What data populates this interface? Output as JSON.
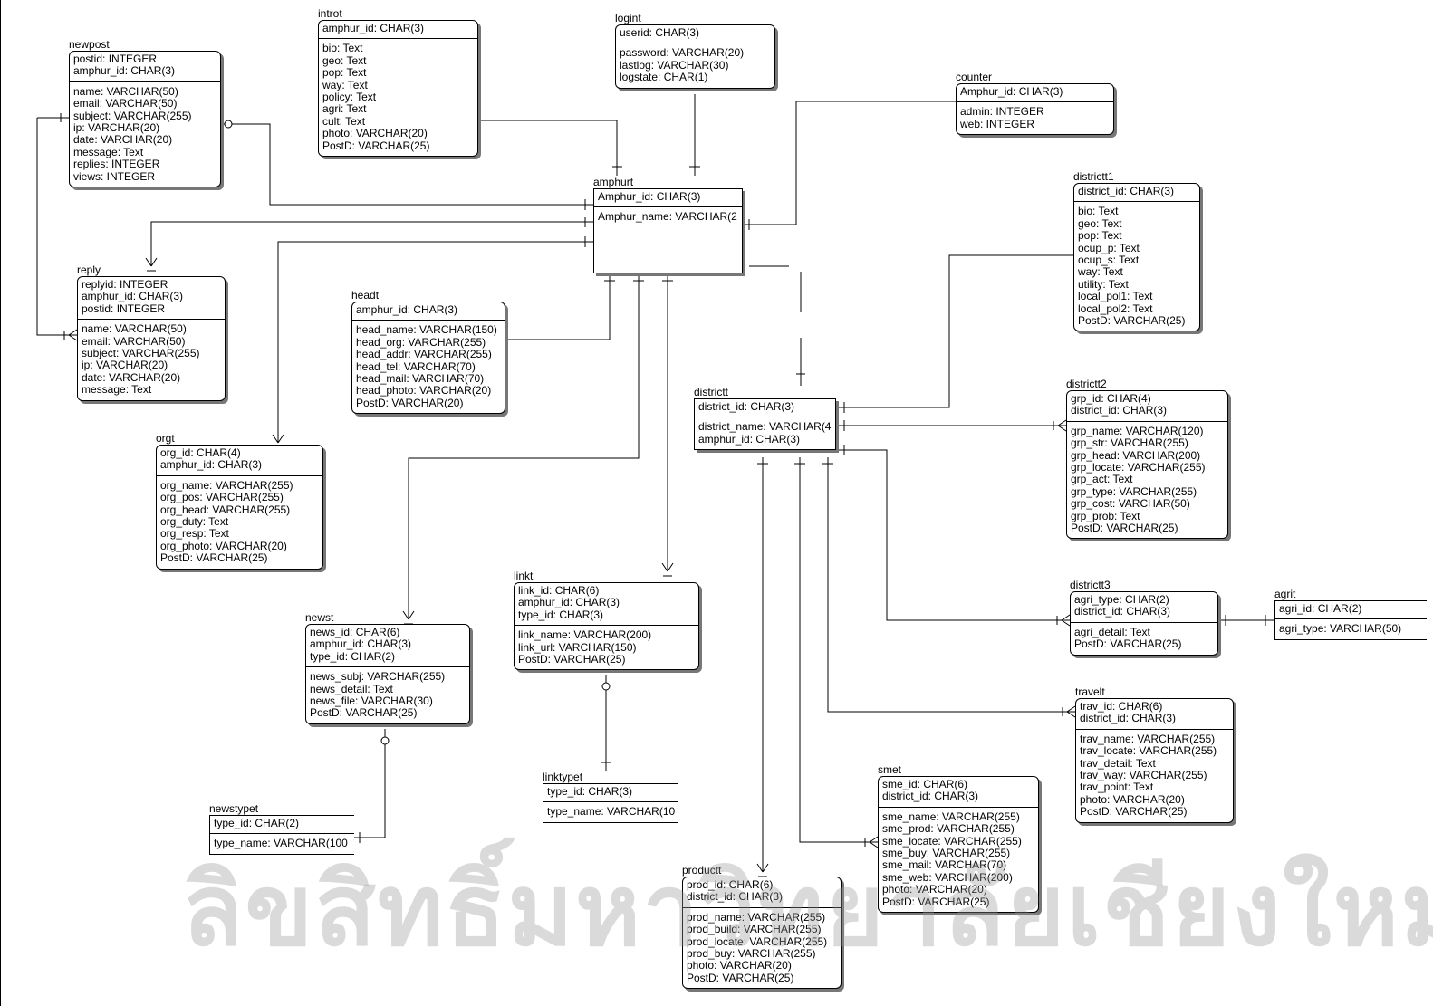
{
  "watermark": {
    "text": "ลิขสิทธิ์มหาวิทยาลัยเชียงใหม่"
  },
  "entities": [
    {
      "id": "newpost",
      "name": "newpost",
      "pk": [
        "postid: INTEGER",
        "amphur_id: CHAR(3)"
      ],
      "attrs": [
        "name: VARCHAR(50)",
        "email: VARCHAR(50)",
        "subject: VARCHAR(255)",
        "ip: VARCHAR(20)",
        "date: VARCHAR(20)",
        "message: Text",
        "replies: INTEGER",
        "views: INTEGER"
      ]
    },
    {
      "id": "introt",
      "name": "introt",
      "pk": [
        "amphur_id: CHAR(3)"
      ],
      "attrs": [
        "bio: Text",
        "geo: Text",
        "pop: Text",
        "way: Text",
        "policy: Text",
        "agri: Text",
        "cult: Text",
        "photo: VARCHAR(20)",
        "PostD: VARCHAR(25)"
      ]
    },
    {
      "id": "logint",
      "name": "logint",
      "pk": [
        "userid: CHAR(3)"
      ],
      "attrs": [
        "password: VARCHAR(20)",
        "lastlog: VARCHAR(30)",
        "logstate: CHAR(1)"
      ]
    },
    {
      "id": "counter",
      "name": "counter",
      "pk": [
        "Amphur_id: CHAR(3)"
      ],
      "attrs": [
        "admin: INTEGER",
        "web: INTEGER"
      ]
    },
    {
      "id": "amphurt",
      "name": "amphurt",
      "pk": [
        "Amphur_id: CHAR(3)"
      ],
      "attrs": [
        "Amphur_name: VARCHAR(2"
      ]
    },
    {
      "id": "districtt1",
      "name": "districtt1",
      "pk": [
        "district_id: CHAR(3)"
      ],
      "attrs": [
        "bio: Text",
        "geo: Text",
        "pop: Text",
        "ocup_p: Text",
        "ocup_s: Text",
        "way: Text",
        "utility: Text",
        "local_pol1: Text",
        "local_pol2: Text",
        "PostD: VARCHAR(25)"
      ]
    },
    {
      "id": "reply",
      "name": "reply",
      "pk": [
        "replyid: INTEGER",
        "amphur_id: CHAR(3)",
        "postid: INTEGER"
      ],
      "attrs": [
        "name: VARCHAR(50)",
        "email: VARCHAR(50)",
        "subject: VARCHAR(255)",
        "ip: VARCHAR(20)",
        "date: VARCHAR(20)",
        "message: Text"
      ]
    },
    {
      "id": "headt",
      "name": "headt",
      "pk": [
        "amphur_id: CHAR(3)"
      ],
      "attrs": [
        "head_name: VARCHAR(150)",
        "head_org: VARCHAR(255)",
        "head_addr: VARCHAR(255)",
        "head_tel: VARCHAR(70)",
        "head_mail: VARCHAR(70)",
        "head_photo: VARCHAR(20)",
        "PostD: VARCHAR(20)"
      ]
    },
    {
      "id": "districtt",
      "name": "districtt",
      "pk": [
        "district_id: CHAR(3)"
      ],
      "attrs": [
        "district_name: VARCHAR(4",
        "amphur_id: CHAR(3)"
      ]
    },
    {
      "id": "districtt2",
      "name": "districtt2",
      "pk": [
        "grp_id: CHAR(4)",
        "district_id: CHAR(3)"
      ],
      "attrs": [
        "grp_name: VARCHAR(120)",
        "grp_str: VARCHAR(255)",
        "grp_head: VARCHAR(200)",
        "grp_locate: VARCHAR(255)",
        "grp_act: Text",
        "grp_type: VARCHAR(255)",
        "grp_cost: VARCHAR(50)",
        "grp_prob: Text",
        "PostD: VARCHAR(25)"
      ]
    },
    {
      "id": "orgt",
      "name": "orgt",
      "pk": [
        "org_id: CHAR(4)",
        "amphur_id: CHAR(3)"
      ],
      "attrs": [
        "org_name: VARCHAR(255)",
        "org_pos: VARCHAR(255)",
        "org_head: VARCHAR(255)",
        "org_duty: Text",
        "org_resp: Text",
        "org_photo: VARCHAR(20)",
        "PostD: VARCHAR(25)"
      ]
    },
    {
      "id": "linkt",
      "name": "linkt",
      "pk": [
        "link_id: CHAR(6)",
        "amphur_id: CHAR(3)",
        "type_id: CHAR(3)"
      ],
      "attrs": [
        "link_name: VARCHAR(200)",
        "link_url: VARCHAR(150)",
        "PostD: VARCHAR(25)"
      ]
    },
    {
      "id": "districtt3",
      "name": "districtt3",
      "pk": [
        "agri_type: CHAR(2)",
        "district_id: CHAR(3)"
      ],
      "attrs": [
        "agri_detail: Text",
        "PostD: VARCHAR(25)"
      ]
    },
    {
      "id": "agrit",
      "name": "agrit",
      "pk": [
        "agri_id: CHAR(2)"
      ],
      "attrs": [
        "agri_type: VARCHAR(50)"
      ]
    },
    {
      "id": "newst",
      "name": "newst",
      "pk": [
        "news_id: CHAR(6)",
        "amphur_id: CHAR(3)",
        "type_id: CHAR(2)"
      ],
      "attrs": [
        "news_subj: VARCHAR(255)",
        "news_detail: Text",
        "news_file: VARCHAR(30)",
        "PostD: VARCHAR(25)"
      ]
    },
    {
      "id": "travelt",
      "name": "travelt",
      "pk": [
        "trav_id: CHAR(6)",
        "district_id: CHAR(3)"
      ],
      "attrs": [
        "trav_name: VARCHAR(255)",
        "trav_locate: VARCHAR(255)",
        "trav_detail: Text",
        "trav_way: VARCHAR(255)",
        "trav_point: Text",
        "photo: VARCHAR(20)",
        "PostD: VARCHAR(25)"
      ]
    },
    {
      "id": "linktypet",
      "name": "linktypet",
      "pk": [
        "type_id: CHAR(3)"
      ],
      "attrs": [
        "type_name: VARCHAR(10"
      ]
    },
    {
      "id": "smet",
      "name": "smet",
      "pk": [
        "sme_id: CHAR(6)",
        "district_id: CHAR(3)"
      ],
      "attrs": [
        "sme_name: VARCHAR(255)",
        "sme_prod: VARCHAR(255)",
        "sme_locate: VARCHAR(255)",
        "sme_buy: VARCHAR(255)",
        "sme_mail: VARCHAR(70)",
        "sme_web: VARCHAR(200)",
        "photo: VARCHAR(20)",
        "PostD: VARCHAR(25)"
      ]
    },
    {
      "id": "newstypet",
      "name": "newstypet",
      "pk": [
        "type_id: CHAR(2)"
      ],
      "attrs": [
        "type_name: VARCHAR(100"
      ]
    },
    {
      "id": "productt",
      "name": "productt",
      "pk": [
        "prod_id: CHAR(6)",
        "district_id: CHAR(3)"
      ],
      "attrs": [
        "prod_name: VARCHAR(255)",
        "prod_build: VARCHAR(255)",
        "prod_locate: VARCHAR(255)",
        "prod_buy: VARCHAR(255)",
        "photo: VARCHAR(20)",
        "PostD: VARCHAR(25)"
      ]
    }
  ]
}
